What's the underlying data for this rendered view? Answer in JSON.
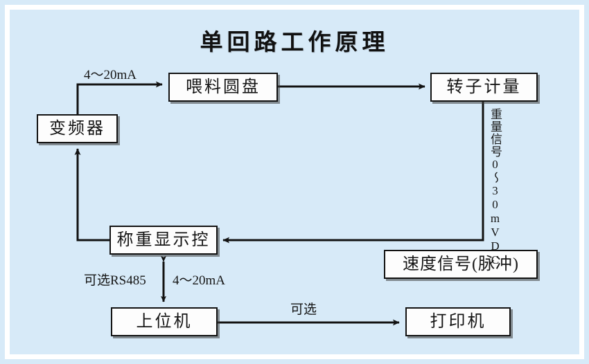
{
  "diagram": {
    "title": "单回路工作原理",
    "background_color": "#d7eaf8",
    "frame_color": "#ffffff",
    "line_color": "#121212",
    "node_fill": "#fdfdfd"
  },
  "nodes": {
    "inverter": "变频器",
    "feeder_disc": "喂料圆盘",
    "rotor_meter": "转子计量",
    "weighing_display_controller": "称重显示控",
    "speed_signal": "速度信号(脉冲)",
    "host_computer": "上位机",
    "printer": "打印机"
  },
  "edge_labels": {
    "inverter_to_feeder": "4～20mA",
    "rotor_to_controller": "重量信号0～30mVDC",
    "controller_to_host_left": "可选RS485",
    "controller_to_host_right": "4～20mA",
    "host_to_printer": "可选"
  }
}
